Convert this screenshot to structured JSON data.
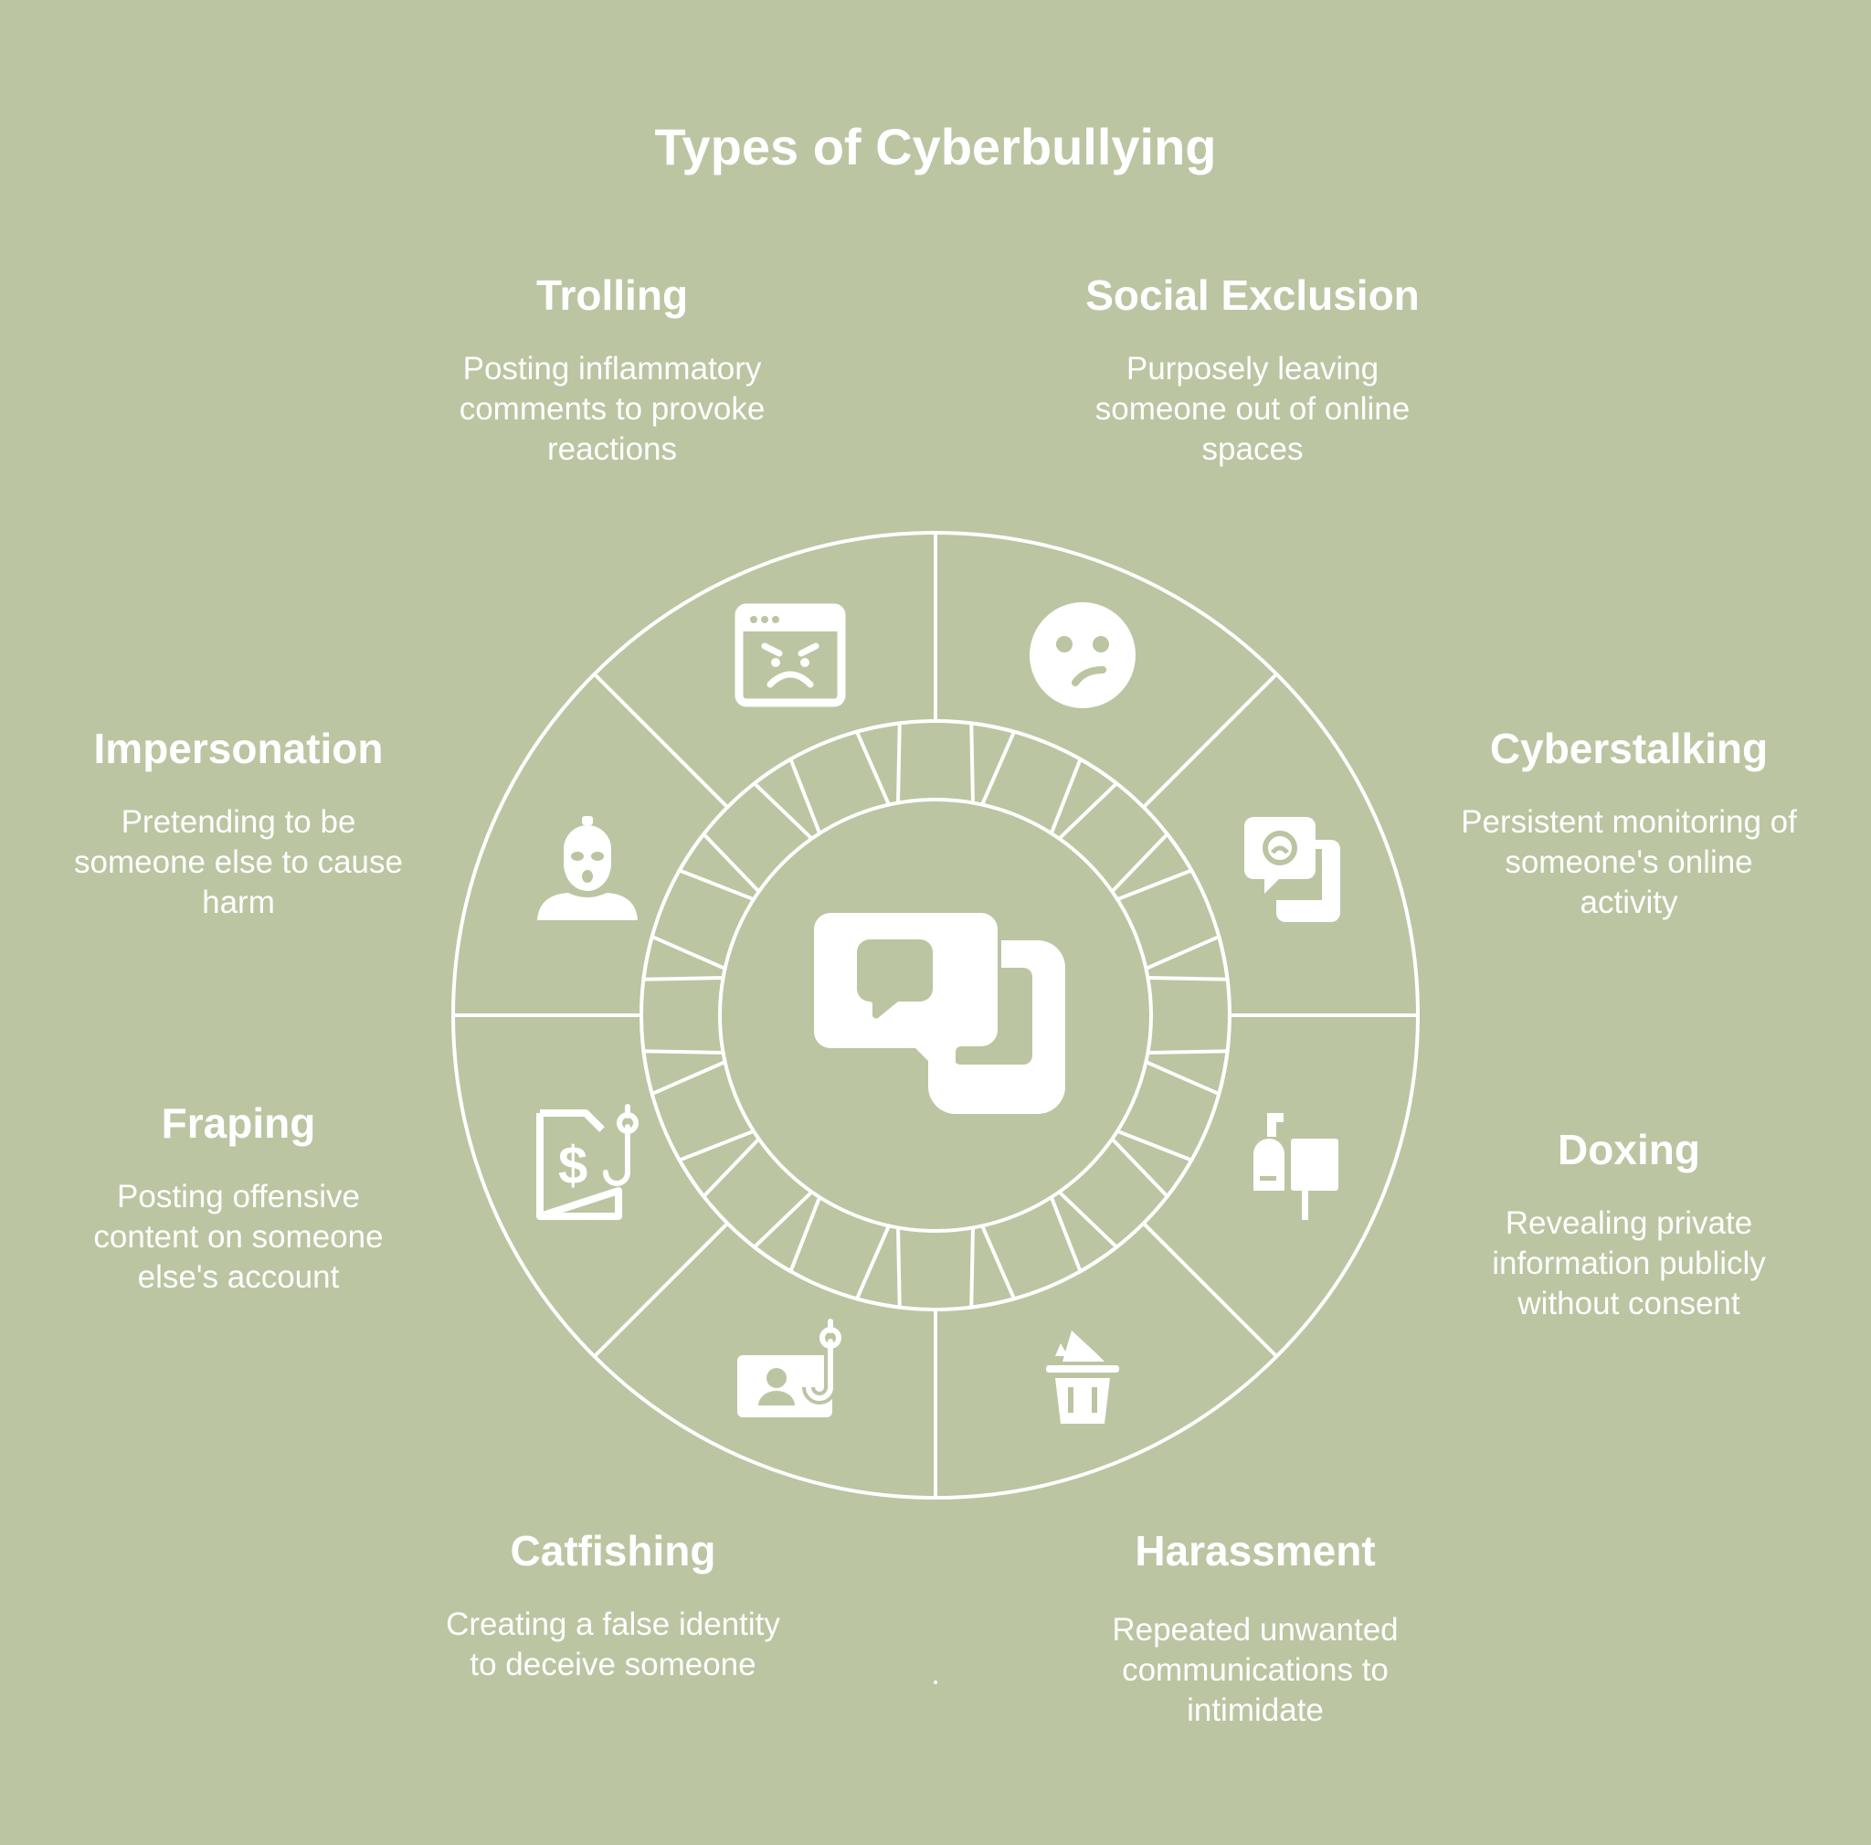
{
  "title": "Types of Cyberbullying",
  "colors": {
    "background": "#BBC5A2",
    "foreground": "#FFFFFF"
  },
  "center_icon": "chat-devices-icon",
  "items": [
    {
      "heading": "Trolling",
      "description_lines": [
        "Posting inflammatory",
        "comments to provoke",
        "reactions"
      ],
      "icon": "angry-browser-icon"
    },
    {
      "heading": "Social Exclusion",
      "description_lines": [
        "Purposely leaving",
        "someone out of online",
        "spaces"
      ],
      "icon": "confused-face-icon"
    },
    {
      "heading": "Cyberstalking",
      "description_lines": [
        "Persistent monitoring of",
        "someone's online",
        "activity"
      ],
      "icon": "watching-chat-phone-icon"
    },
    {
      "heading": "Doxing",
      "description_lines": [
        "Revealing private",
        "information publicly",
        "without consent"
      ],
      "icon": "mailbox-icon"
    },
    {
      "heading": "Harassment",
      "description_lines": [
        "Repeated unwanted",
        "communications to",
        "intimidate"
      ],
      "icon": "trash-bin-icon"
    },
    {
      "heading": "Catfishing",
      "description_lines": [
        "Creating a false identity",
        "to deceive someone"
      ],
      "icon": "id-card-hook-icon"
    },
    {
      "heading": "Fraping",
      "description_lines": [
        "Posting offensive",
        "content on someone",
        "else's account"
      ],
      "icon": "document-dollar-hook-icon"
    },
    {
      "heading": "Impersonation",
      "description_lines": [
        "Pretending to be",
        "someone else to cause",
        "harm"
      ],
      "icon": "masked-person-icon"
    }
  ]
}
